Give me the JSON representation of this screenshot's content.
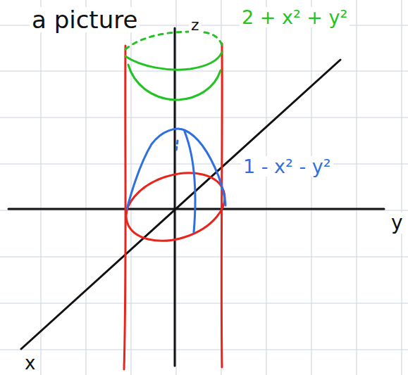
{
  "diagram": {
    "labels": [
      "a picture",
      "z",
      "2 + x² + y²",
      "1 - x² - y²",
      "y",
      "x"
    ]
  }
}
